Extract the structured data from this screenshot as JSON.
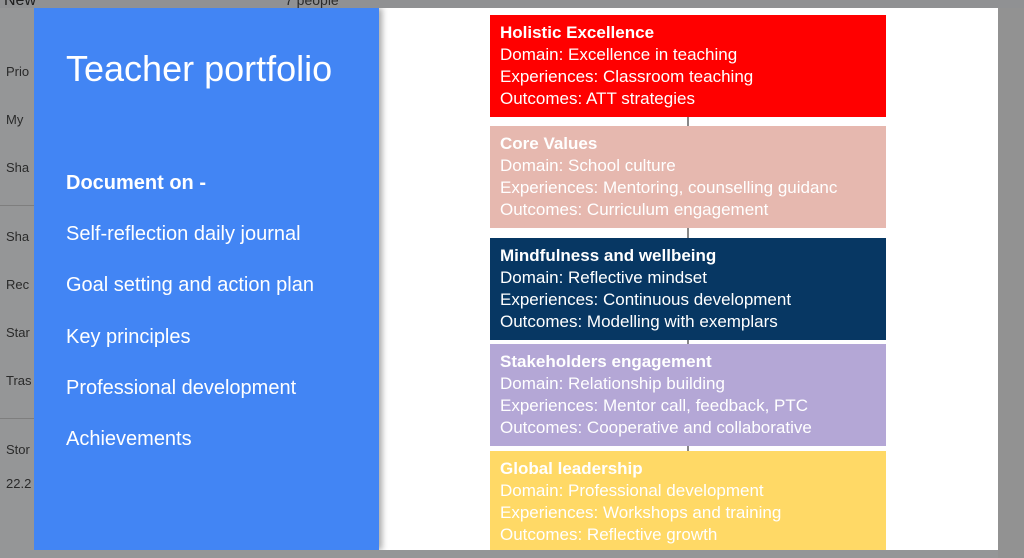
{
  "background": {
    "new_label": "New",
    "people_label": "7 people",
    "sidebar_items": [
      "Prio",
      "My",
      "Sha",
      "Sha",
      "Rec",
      "Star",
      "Tras",
      "Stor",
      "22.2"
    ]
  },
  "slide": {
    "title": "Teacher portfolio",
    "subtitle": "Document on -",
    "items": [
      "Self-reflection daily journal",
      "Goal setting and action plan",
      "Key principles",
      "Professional development",
      "Achievements"
    ],
    "cards": [
      {
        "title": "Holistic Excellence",
        "domain": "Domain: Excellence in teaching",
        "experiences": "Experiences: Classroom teaching",
        "outcomes": "Outcomes: ATT strategies",
        "bg": "#ff0000",
        "fg": "#ffffff"
      },
      {
        "title": "Core Values",
        "domain": "Domain: School culture",
        "experiences": "Experiences: Mentoring, counselling guidanc",
        "outcomes": "Outcomes: Curriculum engagement",
        "bg": "#e6b8af",
        "fg": "#ffffff"
      },
      {
        "title": "Mindfulness and wellbeing",
        "domain": "Domain: Reflective mindset",
        "experiences": "Experiences: Continuous development",
        "outcomes": "Outcomes: Modelling with exemplars",
        "bg": "#073763",
        "fg": "#ffffff"
      },
      {
        "title": "Stakeholders engagement",
        "domain": "Domain: Relationship building",
        "experiences": "Experiences: Mentor call, feedback, PTC",
        "outcomes": "Outcomes: Cooperative and collaborative",
        "bg": "#b4a7d6",
        "fg": "#ffffff"
      },
      {
        "title": "Global leadership",
        "domain": "Domain: Professional development",
        "experiences": "Experiences: Workshops and training",
        "outcomes": "Outcomes: Reflective growth",
        "bg": "#ffd966",
        "fg": "#ffffff"
      }
    ]
  }
}
